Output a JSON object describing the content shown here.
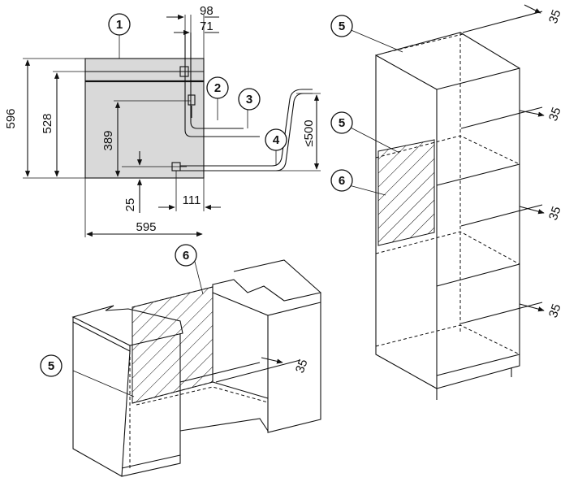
{
  "dimensions": {
    "d98": "98",
    "d71": "71",
    "d596": "596",
    "d528": "528",
    "d389": "389",
    "d25": "25",
    "d111": "111",
    "d595": "595",
    "d500": "≤500",
    "d35": "35"
  },
  "callouts": {
    "c1": "1",
    "c2": "2",
    "c3": "3",
    "c4": "4",
    "c5": "5",
    "c6": "6"
  },
  "colors": {
    "panel": "#d9d9d9",
    "line": "#111111",
    "background": "#ffffff"
  }
}
